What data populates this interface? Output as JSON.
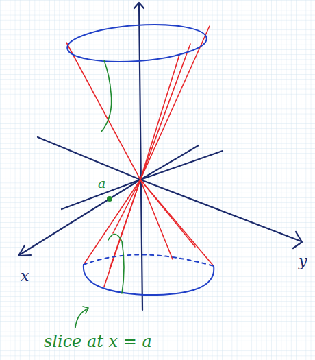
{
  "diagram": {
    "labels": [
      "a",
      "x",
      "y",
      "slice at x = a"
    ]
  }
}
